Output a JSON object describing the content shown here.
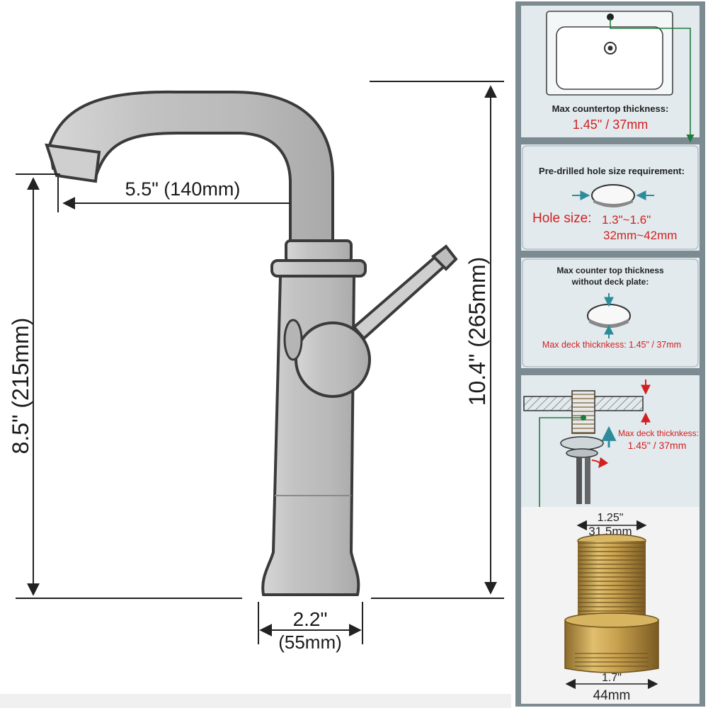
{
  "dimensions": {
    "spout_reach": "5.5\" (140mm)",
    "spout_height": "8.5\" (215mm)",
    "total_height": "10.4\" (265mm)",
    "base_inch": "2.2\"",
    "base_mm": "(55mm)"
  },
  "panels": {
    "countertop": {
      "label": "Max countertop thickness:",
      "value": "1.45\" / 37mm"
    },
    "hole": {
      "label": "Pre-drilled hole size requirement:",
      "prefix": "Hole size:",
      "value_inch": "1.3\"~1.6\"",
      "value_mm": "32mm~42mm"
    },
    "no_deck": {
      "label_line1": "Max counter top thickness",
      "label_line2": "without deck plate:",
      "value": "Max deck thicknkess: 1.45\" / 37mm"
    },
    "install": {
      "label": "Max deck thicknkess:",
      "value": "1.45\" / 37mm"
    },
    "shank": {
      "top_inch": "1.25\"",
      "top_mm": "31.5mm",
      "bottom_inch": "1.7\"",
      "bottom_mm": "44mm"
    }
  },
  "colors": {
    "panel_frame": "#7c8a92",
    "panel_bg": "#e2eaee",
    "accent_red": "#d3201f",
    "accent_green": "#1f7a3c",
    "accent_teal": "#2e8c9a",
    "brass": "#c9a24f"
  }
}
